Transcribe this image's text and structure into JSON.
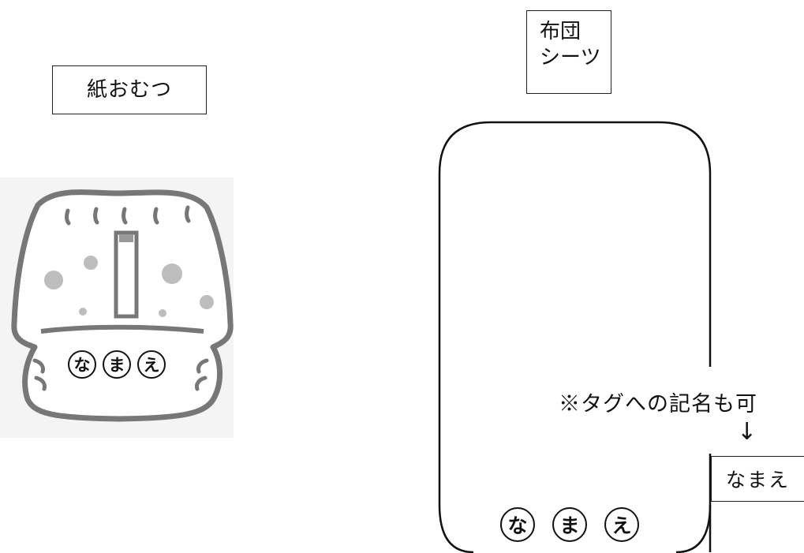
{
  "diaper": {
    "title": "紙おむつ",
    "name_chars": [
      "な",
      "ま",
      "え"
    ]
  },
  "futon_sheet": {
    "title_line1": "布団",
    "title_line2": "シーツ",
    "name_chars": [
      "な",
      "ま",
      "え"
    ],
    "tag_note": "※タグへの記名も可",
    "arrow": "↓",
    "tag_text": "なまえ"
  },
  "colors": {
    "line": "#111111",
    "diaper_outline": "#7a7a7a",
    "flower": "#b9b9b9"
  }
}
